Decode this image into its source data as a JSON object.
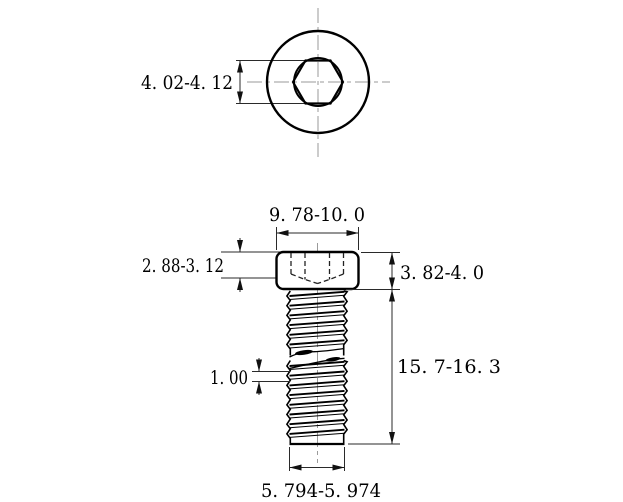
{
  "drawing": {
    "type": "technical-drawing",
    "subject": "socket head cap screw, two orthographic views",
    "colors": {
      "background": "#ffffff",
      "outline": "#000000",
      "dimension_lines": "#2a2a2a",
      "centerlines": "#9a9a9a"
    },
    "dimensions": {
      "socket_across_flats": "4. 02-4. 12",
      "head_diameter": "9. 78-10. 0",
      "socket_depth": "2. 88-3. 12",
      "head_height": "3. 82-4. 0",
      "thread_length": "15. 7-16. 3",
      "thread_pitch": "1. 00",
      "thread_diameter": "5. 794-5. 974"
    }
  }
}
